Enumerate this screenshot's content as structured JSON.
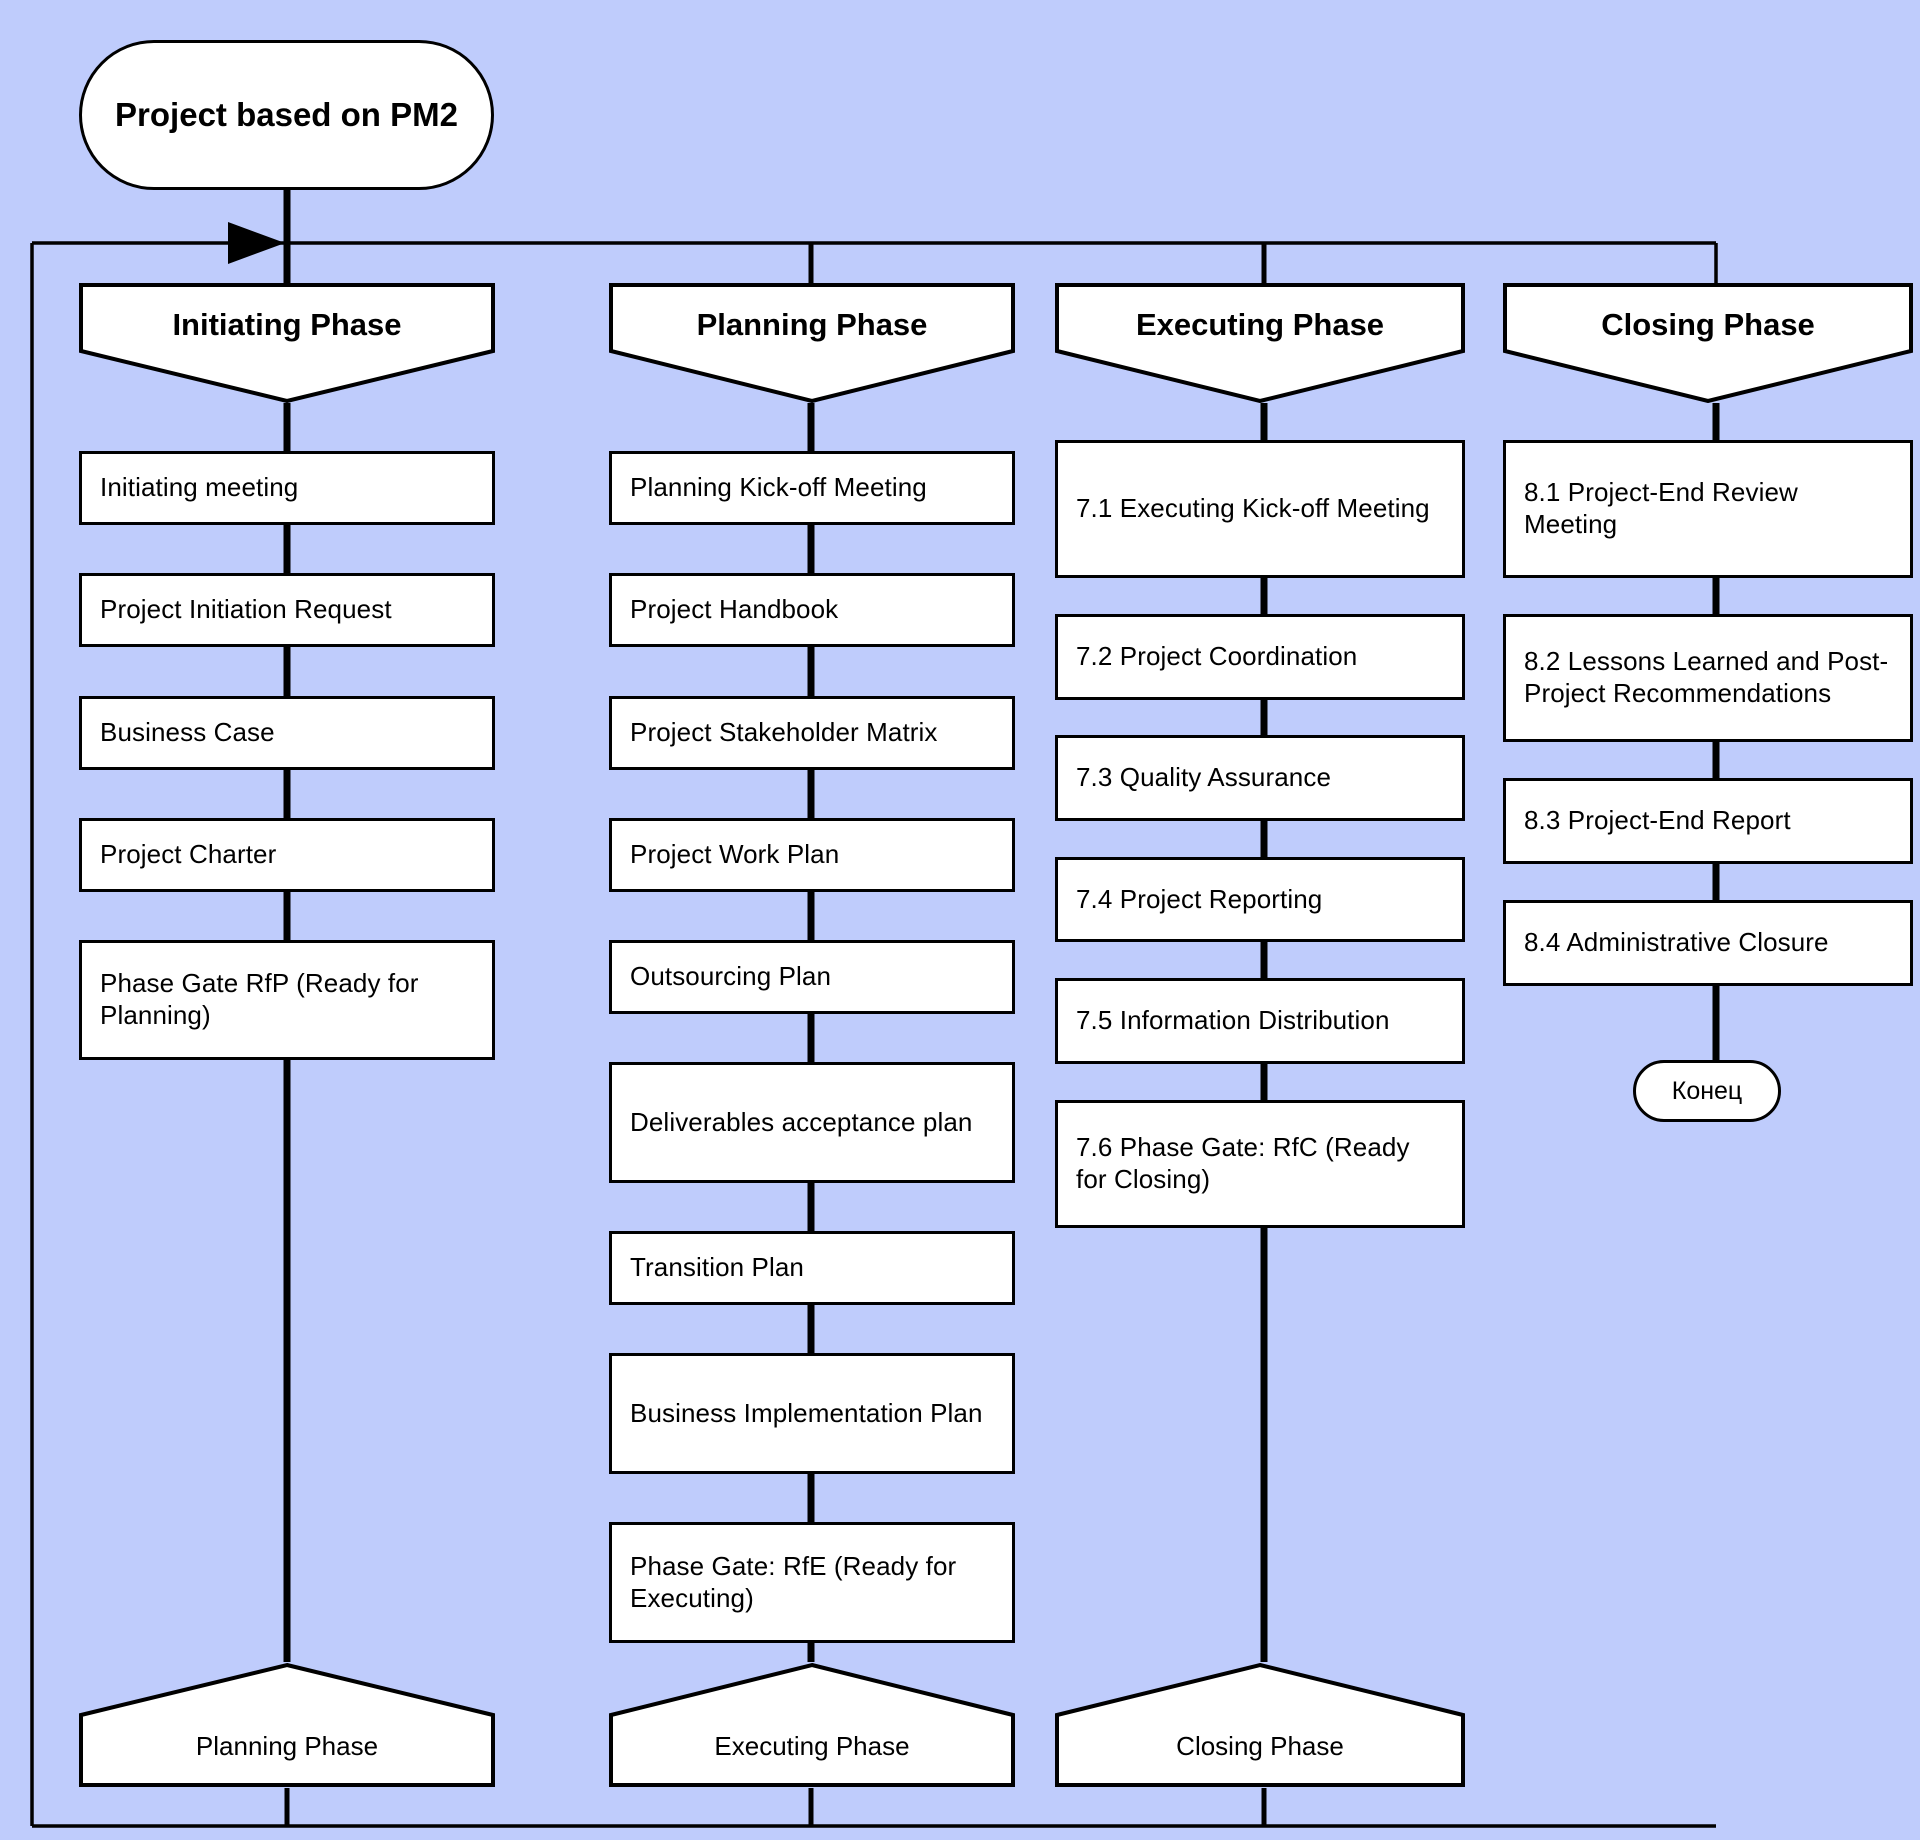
{
  "diagram": {
    "title": "Project based on PM2",
    "background_color": "#bfccfc",
    "node_fill": "#ffffff",
    "line_color": "#000000",
    "start_node": {
      "label": "Project based on PM2",
      "shape": "stadium"
    },
    "end_node": {
      "label": "Конец",
      "shape": "stadium"
    },
    "columns": [
      {
        "header": "Initiating Phase",
        "steps": [
          "Initiating meeting",
          "Project Initiation Request",
          "Business Case",
          "Project Charter",
          "Phase Gate RfP (Ready for Planning)"
        ],
        "footer": "Planning Phase"
      },
      {
        "header": "Planning Phase",
        "steps": [
          "Planning Kick-off Meeting",
          "Project Handbook",
          "Project Stakeholder Matrix",
          "Project Work Plan",
          "Outsourcing Plan",
          "Deliverables acceptance plan",
          "Transition Plan",
          "Business Implementation Plan",
          "Phase Gate: RfE (Ready for Executing)"
        ],
        "footer": "Executing Phase"
      },
      {
        "header": "Executing Phase",
        "steps": [
          "7.1 Executing Kick-off Meeting",
          "7.2 Project Coordination",
          "7.3 Quality Assurance",
          "7.4 Project Reporting",
          "7.5 Information Distribution",
          "7.6 Phase Gate: RfC (Ready for Closing)"
        ],
        "footer": "Closing Phase"
      },
      {
        "header": "Closing Phase",
        "steps": [
          "8.1 Project-End Review Meeting",
          "8.2 Lessons Learned and Post-Project Recommendations",
          "8.3 Project-End Report",
          "8.4 Administrative Closure"
        ],
        "footer": null
      }
    ]
  }
}
